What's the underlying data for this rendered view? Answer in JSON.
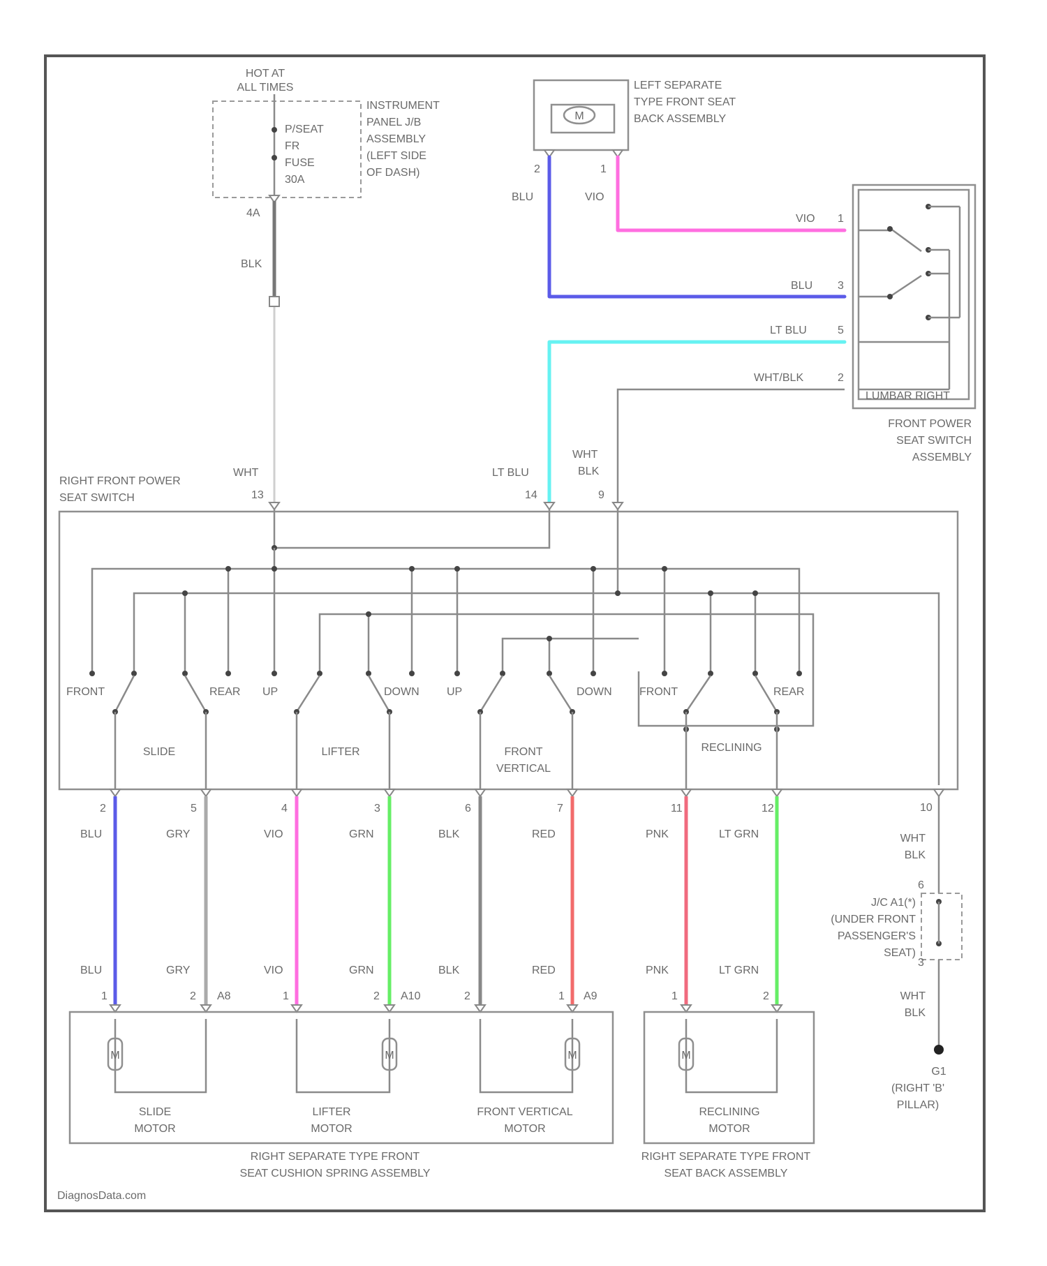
{
  "power": {
    "hot": [
      "HOT AT",
      "ALL TIMES"
    ],
    "fuse": [
      "P/SEAT",
      "FR",
      "FUSE",
      "30A"
    ],
    "jb": [
      "INSTRUMENT",
      "PANEL J/B",
      "ASSEMBLY",
      "(LEFT SIDE",
      "OF DASH)"
    ],
    "connector": "4A",
    "wire": "BLK"
  },
  "lumbar_motor": {
    "symbol": "M",
    "label": [
      "LEFT SEPARATE",
      "TYPE FRONT SEAT",
      "BACK ASSEMBLY"
    ],
    "pin_left": "2",
    "pin_right": "1",
    "wire_left": "BLU",
    "wire_right": "VIO"
  },
  "lumbar_switch": {
    "wires": [
      {
        "color_name": "VIO",
        "pin": "1",
        "color": "#ff6ee0"
      },
      {
        "color_name": "BLU",
        "pin": "3",
        "color": "#5b5be8"
      },
      {
        "color_name": "LT BLU",
        "pin": "5",
        "color": "#66f2f2"
      },
      {
        "color_name": "WHT/BLK",
        "pin": "2",
        "color": "#9a9a9a"
      }
    ],
    "inner_label": "LUMBAR RIGHT",
    "label": [
      "FRONT POWER",
      "SEAT SWITCH",
      "ASSEMBLY"
    ]
  },
  "seat_switch": {
    "label": [
      "RIGHT FRONT POWER",
      "SEAT SWITCH"
    ],
    "top_pins": [
      {
        "pin": "13",
        "wire": [
          "WHT"
        ]
      },
      {
        "pin": "14",
        "wire": [
          "LT BLU"
        ]
      },
      {
        "pin": "9",
        "wire": [
          "WHT",
          "BLK"
        ]
      }
    ],
    "positions": [
      "FRONT",
      "REAR",
      "UP",
      "DOWN",
      "UP",
      "DOWN",
      "FRONT",
      "REAR"
    ],
    "groups": [
      [
        "SLIDE"
      ],
      [
        "LIFTER"
      ],
      [
        "FRONT",
        "VERTICAL"
      ],
      [
        "RECLINING"
      ]
    ]
  },
  "motor_wires": [
    {
      "pin": "2",
      "color_name": "BLU",
      "color": "#5b5be8",
      "motor_pin": "1",
      "conn": ""
    },
    {
      "pin": "5",
      "color_name": "GRY",
      "color": "#aaaaaa",
      "motor_pin": "2",
      "conn": "A8"
    },
    {
      "pin": "4",
      "color_name": "VIO",
      "color": "#ff6ee0",
      "motor_pin": "1",
      "conn": ""
    },
    {
      "pin": "3",
      "color_name": "GRN",
      "color": "#66ee66",
      "motor_pin": "2",
      "conn": "A10"
    },
    {
      "pin": "6",
      "color_name": "BLK",
      "color": "#888888",
      "motor_pin": "2",
      "conn": ""
    },
    {
      "pin": "7",
      "color_name": "RED",
      "color": "#f26b6b",
      "motor_pin": "1",
      "conn": "A9"
    },
    {
      "pin": "11",
      "color_name": "PNK",
      "color": "#f06b7e",
      "motor_pin": "1",
      "conn": ""
    },
    {
      "pin": "12",
      "color_name": "LT GRN",
      "color": "#66ee66",
      "motor_pin": "2",
      "conn": ""
    }
  ],
  "ground": {
    "pin": "10",
    "wire1": [
      "WHT",
      "BLK"
    ],
    "joint": [
      "J/C A1(*)",
      "(UNDER FRONT",
      "PASSENGER'S",
      "SEAT)"
    ],
    "joint_pin_top": "6",
    "joint_pin_bottom": "3",
    "wire2": [
      "WHT",
      "BLK"
    ],
    "point": [
      "G1",
      "(RIGHT 'B'",
      "PILLAR)"
    ]
  },
  "motors": {
    "symbol": "M",
    "names": [
      [
        "SLIDE",
        "MOTOR"
      ],
      [
        "LIFTER",
        "MOTOR"
      ],
      [
        "FRONT VERTICAL",
        "MOTOR"
      ],
      [
        "RECLINING",
        "MOTOR"
      ]
    ],
    "cushion_assembly": [
      "RIGHT SEPARATE TYPE FRONT",
      "SEAT CUSHION SPRING ASSEMBLY"
    ],
    "back_assembly": [
      "RIGHT SEPARATE TYPE FRONT",
      "SEAT BACK ASSEMBLY"
    ]
  },
  "watermark": "DiagnosData.com"
}
